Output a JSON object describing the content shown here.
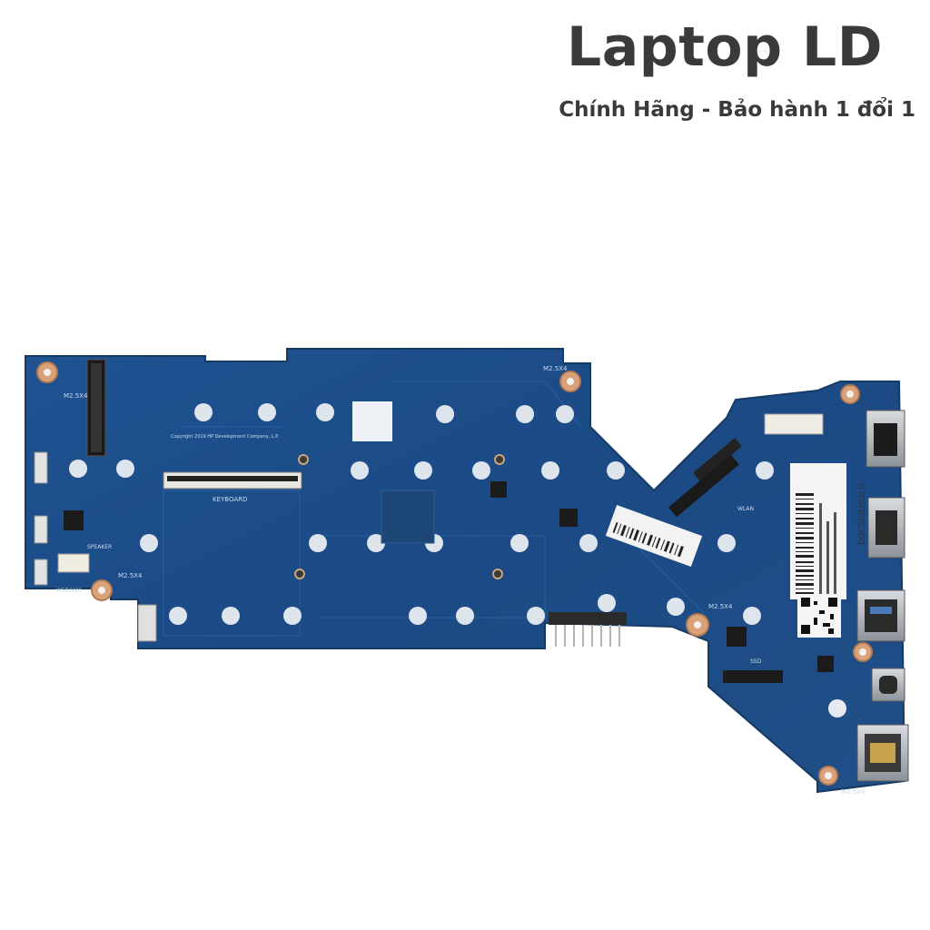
{
  "header": {
    "brand": "Laptop LD",
    "tagline": "Chính Hãng - Bảo hành 1 đổi 1"
  },
  "board_labels": {
    "keyboard": "KEYBOARD",
    "speaker": "SPEAKER",
    "webcam": "WEBCAM",
    "screw_1": "M2.5X4",
    "screw_2": "M2.5X4",
    "screw_3": "M2.5X4",
    "screw_4": "M2.5X4",
    "screw_5": "M2.5X4",
    "wlan": "WLAN",
    "ssd": "SSD",
    "copyright": "Copyright 2019 HP Development Company, L.P.",
    "sticker_code": "DGC5GB202LG"
  },
  "colors": {
    "pcb": "#1f4f8a",
    "pcb_dark": "#173e6e",
    "pad": "#e9edf2",
    "copper": "#d9a27a",
    "metal": "#b8bcc2"
  }
}
